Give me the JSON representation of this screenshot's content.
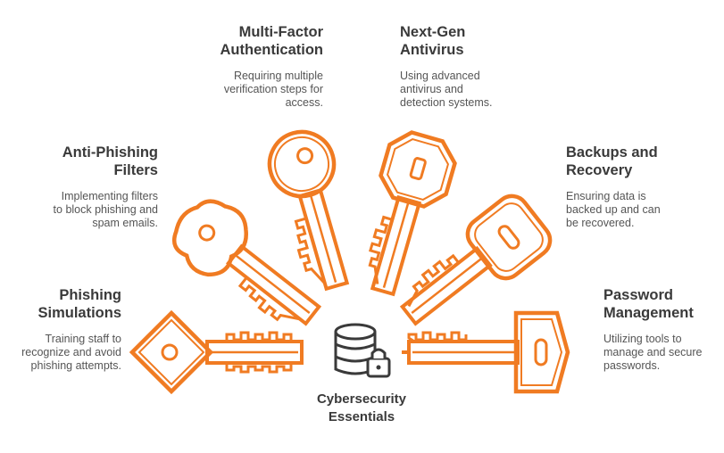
{
  "accent_color": "#f07b22",
  "icon_color": "#3a3a3a",
  "center": {
    "title": "Cybersecurity\nEssentials",
    "icon": "database-lock-icon"
  },
  "items": [
    {
      "id": "mfa",
      "title": "Multi-Factor\nAuthentication",
      "desc": "Requiring multiple\nverification steps for\naccess.",
      "icon": "key-icon"
    },
    {
      "id": "antivirus",
      "title": "Next-Gen\nAntivirus",
      "desc": "Using advanced\nantivirus and\ndetection systems.",
      "icon": "key-icon"
    },
    {
      "id": "anti-phishing",
      "title": "Anti-Phishing\nFilters",
      "desc": "Implementing filters\nto block phishing and\nspam emails.",
      "icon": "key-icon"
    },
    {
      "id": "backups",
      "title": "Backups and\nRecovery",
      "desc": "Ensuring data is\nbacked up and can\nbe recovered.",
      "icon": "key-icon"
    },
    {
      "id": "phishing-sim",
      "title": "Phishing\nSimulations",
      "desc": "Training staff to\nrecognize and avoid\nphishing attempts.",
      "icon": "key-icon"
    },
    {
      "id": "password",
      "title": "Password\nManagement",
      "desc": "Utilizing tools to\nmanage and secure\npasswords.",
      "icon": "key-icon"
    }
  ]
}
